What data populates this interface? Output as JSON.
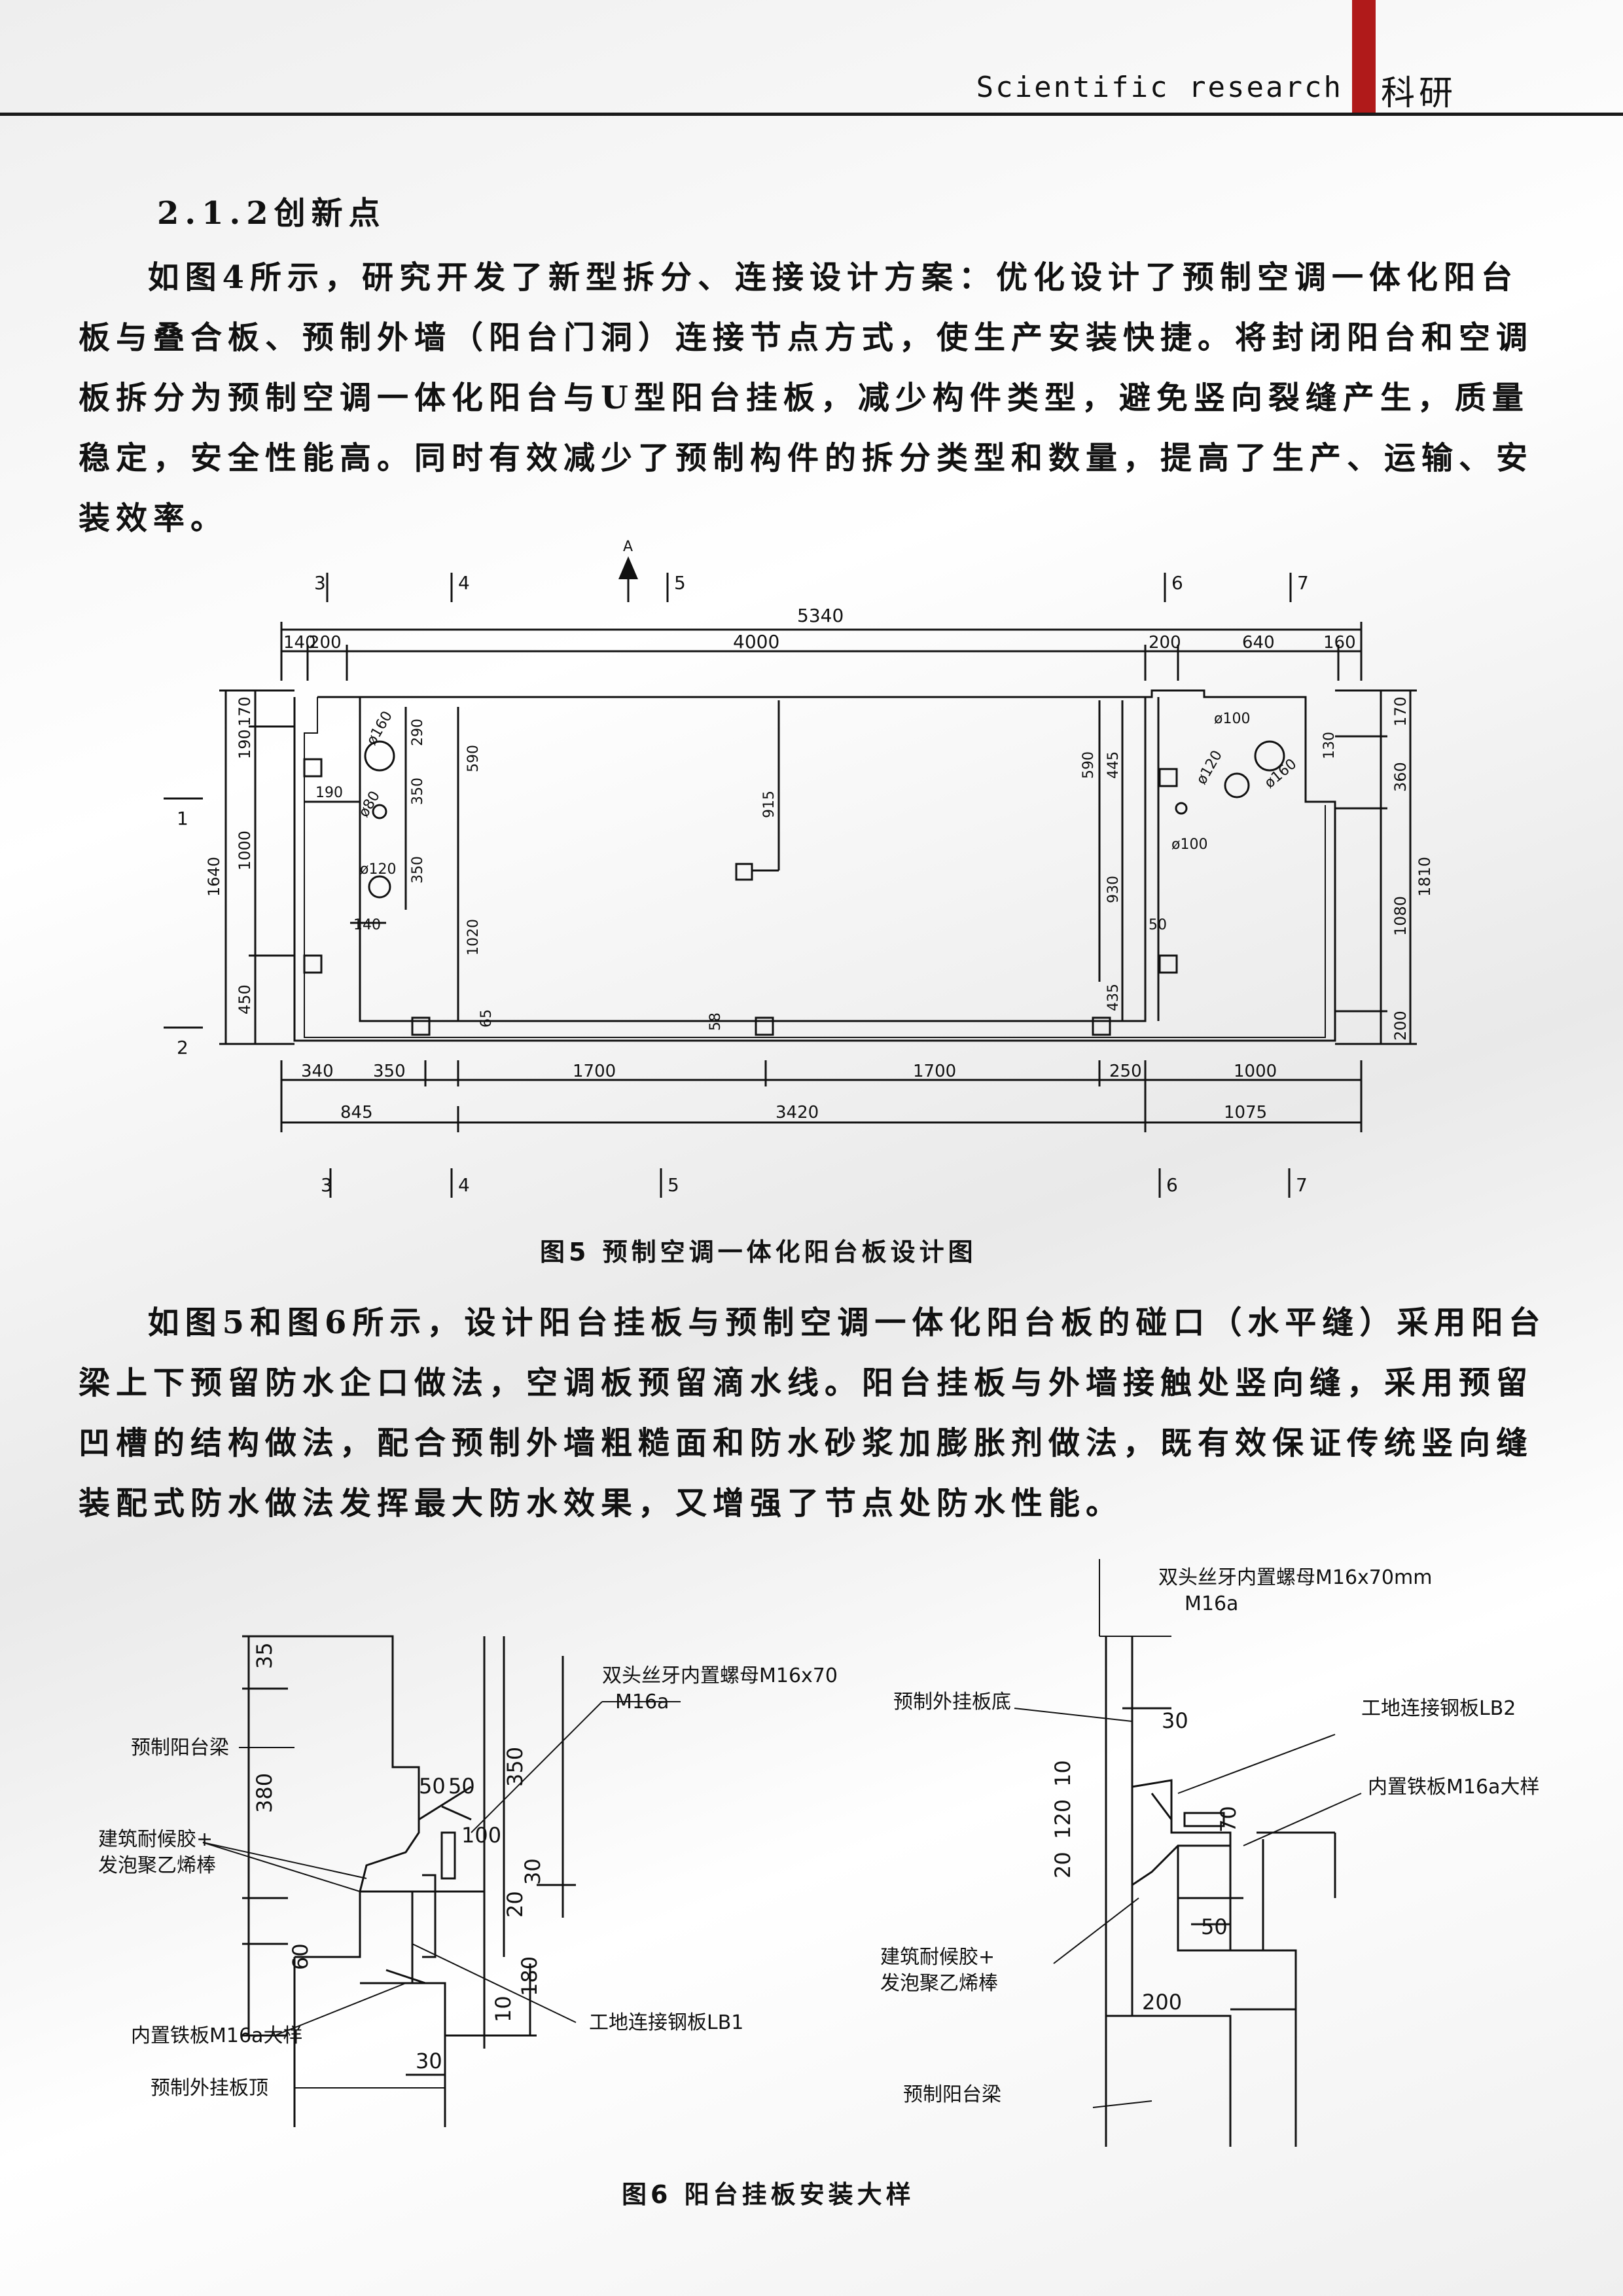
{
  "header": {
    "en": "Scientific research",
    "zh": "科研"
  },
  "section_title": "2.1.2创新点",
  "para1": "如图4所示，研究开发了新型拆分、连接设计方案：优化设计了预制空调一体化阳台板与叠合板、预制外墙（阳台门洞）连接节点方式，使生产安装快捷。将封闭阳台和空调板拆分为预制空调一体化阳台与U型阳台挂板，减少构件类型，避免竖向裂缝产生，质量稳定，安全性能高。同时有效减少了预制构件的拆分类型和数量，提高了生产、运输、安装效率。",
  "fig5": {
    "caption": "图5  预制空调一体化阳台板设计图",
    "top_axes": [
      "3",
      "4",
      "5",
      "6",
      "7"
    ],
    "section_mark": "A",
    "top_total": "5340",
    "top_dims": [
      "140",
      "200",
      "4000",
      "200",
      "640",
      "160"
    ],
    "left_dims": [
      "170",
      "190",
      "1000",
      "1640",
      "450"
    ],
    "right_dims": [
      "170",
      "360",
      "1810",
      "1080",
      "200"
    ],
    "side_marks": [
      "1",
      "2",
      "1",
      "2"
    ],
    "bottom_dims1": [
      "340",
      "350",
      "1700",
      "1700",
      "250",
      "1000"
    ],
    "bottom_dims2": [
      "845",
      "3420",
      "1075"
    ],
    "inner_labels": [
      "ø160",
      "290",
      "350",
      "590",
      "ø80",
      "190",
      "ø120",
      "350",
      "1020",
      "140",
      "915",
      "590",
      "445",
      "930",
      "ø100",
      "ø120",
      "ø160",
      "ø100",
      "130",
      "50",
      "435",
      "58",
      "65"
    ]
  },
  "para2": "如图5和图6所示，设计阳台挂板与预制空调一体化阳台板的碰口（水平缝）采用阳台梁上下预留防水企口做法，空调板预留滴水线。阳台挂板与外墙接触处竖向缝，采用预留凹槽的结构做法，配合预制外墙粗糙面和防水砂浆加膨胀剂做法，既有效保证传统竖向缝装配式防水做法发挥最大防水效果，又增强了节点处防水性能。",
  "fig6": {
    "caption": "图6  阳台挂板安装大样",
    "left": {
      "label_beam": "预制阳台梁",
      "label_sealant": "建筑耐候胶+",
      "label_foam": "发泡聚乙烯棒",
      "label_plate": "内置铁板M16a大样",
      "label_top": "预制外挂板顶",
      "label_nut": "双头丝牙内置螺母M16x70mm",
      "label_m16": "M16a",
      "label_steel": "工地连接钢板LB1",
      "dims": [
        "35",
        "380",
        "50",
        "50",
        "100",
        "350",
        "20",
        "30",
        "60",
        "10",
        "180",
        "30"
      ]
    },
    "right": {
      "label_nut": "双头丝牙内置螺母M16x70mm",
      "label_m16": "M16a",
      "label_bottom": "预制外挂板底",
      "label_steel": "工地连接钢板LB2",
      "label_plate": "内置铁板M16a大样",
      "label_sealant": "建筑耐候胶+",
      "label_foam": "发泡聚乙烯棒",
      "label_beam": "预制阳台梁",
      "dims": [
        "30",
        "10",
        "120",
        "20",
        "70",
        "50",
        "200"
      ]
    }
  }
}
